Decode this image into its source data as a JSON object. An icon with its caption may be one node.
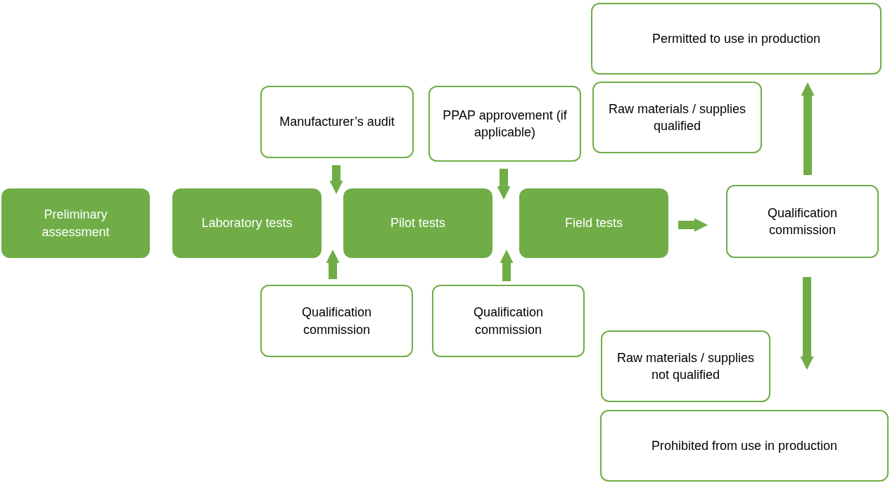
{
  "diagram": {
    "nodes": [
      {
        "text": [
          "Preliminary assessment"
        ]
      },
      {
        "text": [
          "Laboratory tests"
        ]
      },
      {
        "text": [
          "Pilot tests"
        ]
      },
      {
        "text": [
          "Field tests"
        ]
      },
      {
        "text": [
          "Manufacturer’s audit"
        ]
      },
      {
        "text": [
          "PPAP approvement (if applicable)"
        ]
      },
      {
        "text": [
          "Qualification commission"
        ]
      },
      {
        "text": [
          "Qualification commission"
        ]
      },
      {
        "text": [
          "Qualification commission"
        ]
      },
      {
        "text": [
          "Permitted to use in production"
        ]
      },
      {
        "text": [
          "Raw materials / supplies qualified"
        ]
      },
      {
        "text": [
          "Raw materials / supplies not qualified"
        ]
      },
      {
        "text": [
          "Prohibited from use in production"
        ]
      }
    ],
    "edges": [
      {
        "from": 4,
        "to": 2,
        "arrow": "to"
      },
      {
        "from": 6,
        "to": 2,
        "arrow": "to"
      },
      {
        "from": 5,
        "to": 3,
        "arrow": "to"
      },
      {
        "from": 7,
        "to": 3,
        "arrow": "to"
      },
      {
        "from": 3,
        "to": 8,
        "arrow": "to"
      },
      {
        "from": 8,
        "to": 9,
        "arrow": "to"
      },
      {
        "from": 8,
        "to": 11,
        "arrow": "to"
      }
    ]
  }
}
